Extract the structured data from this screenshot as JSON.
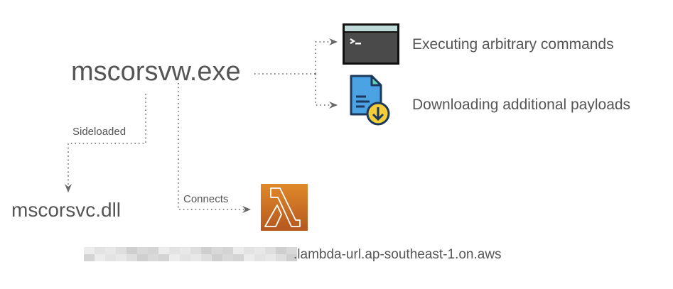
{
  "nodes": {
    "exe": "mscorsvw.exe",
    "dll": "mscorsvc.dll",
    "cmd_action": "Executing arbitrary commands",
    "download_action": "Downloading additional payloads",
    "url_suffix": ".lambda-url.ap-southeast-1.on.aws"
  },
  "edges": {
    "sideloaded": "Sideloaded",
    "connects": "Connects"
  },
  "colors": {
    "line": "#666666",
    "lambda_top": "#E0892A",
    "lambda_bottom": "#B5571F",
    "terminal_bg": "#4A4A4A",
    "terminal_bar": "#BFD9D6",
    "doc_blue": "#4BA3E3",
    "download_yellow": "#F4CF3B"
  }
}
